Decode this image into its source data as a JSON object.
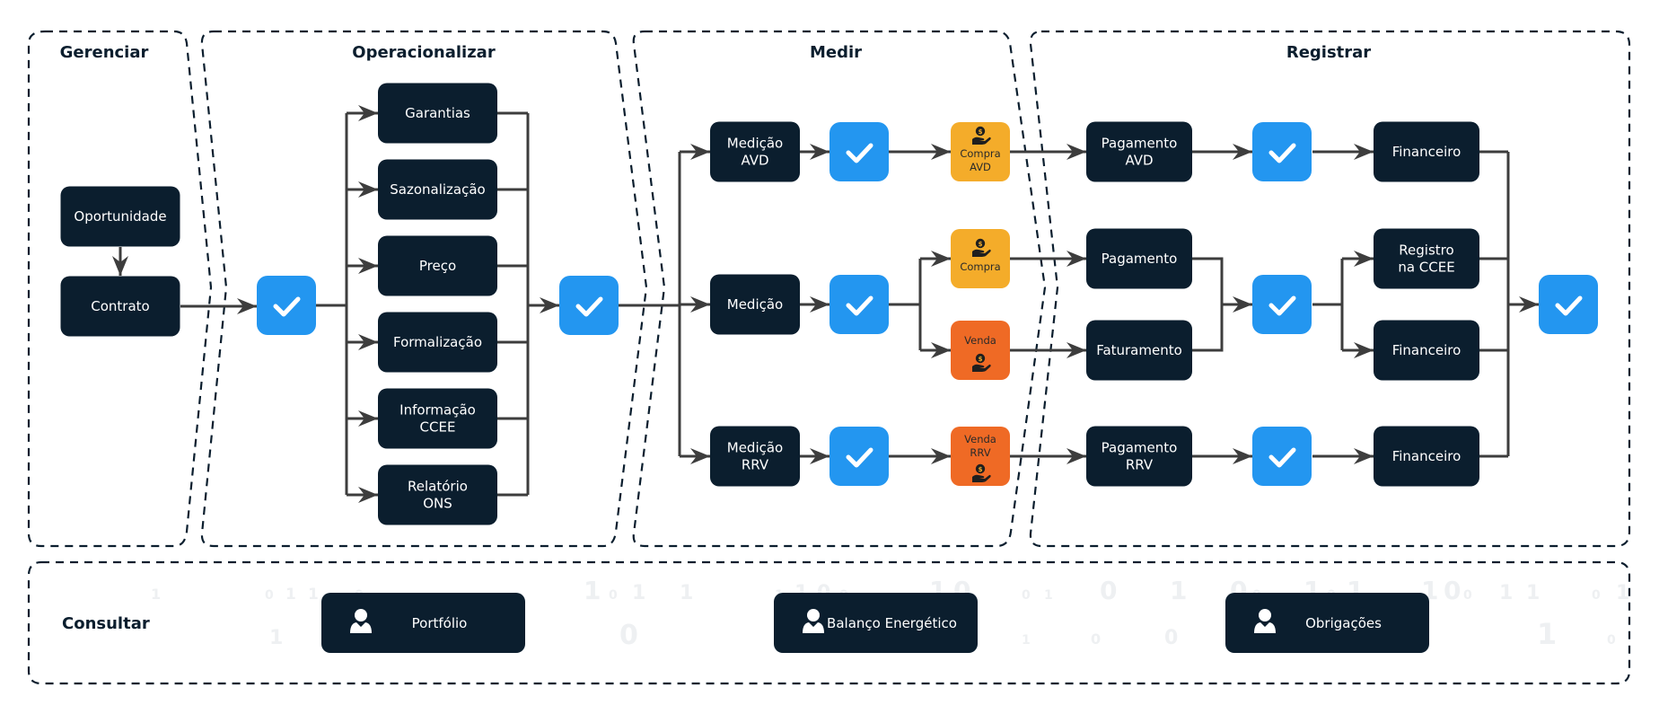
{
  "colors": {
    "node": "#0b1e2e",
    "check": "#2396f0",
    "compra": "#f4ac2a",
    "venda": "#ef6a25",
    "connector": "#3d3d3d",
    "panel_border": "#0b1e2e"
  },
  "panels": {
    "gerenciar": "Gerenciar",
    "operacionalizar": "Operacionalizar",
    "medir": "Medir",
    "registrar": "Registrar",
    "consultar": "Consultar"
  },
  "gerenciar": {
    "nodes": [
      "Oportunidade",
      "Contrato"
    ]
  },
  "operacionalizar": {
    "nodes": [
      [
        "Garantias"
      ],
      [
        "Sazonalização"
      ],
      [
        "Preço"
      ],
      [
        "Formalização"
      ],
      [
        "Informação",
        "CCEE"
      ],
      [
        "Relatório",
        "ONS"
      ]
    ]
  },
  "medir": {
    "nodes": {
      "avd": [
        "Medição",
        "AVD"
      ],
      "main": [
        "Medição"
      ],
      "rrv": [
        "Medição",
        "RRV"
      ]
    },
    "chips": {
      "compra_avd": {
        "lines": [
          "Compra",
          "AVD"
        ],
        "icon": "hand-coin-icon",
        "kind": "compra"
      },
      "compra": {
        "lines": [
          "Compra"
        ],
        "icon": "hand-coin-icon",
        "kind": "compra"
      },
      "venda": {
        "lines": [
          "Venda"
        ],
        "icon": "hand-coin-icon",
        "kind": "venda"
      },
      "venda_rrv": {
        "lines": [
          "Venda",
          "RRV"
        ],
        "icon": "hand-coin-icon",
        "kind": "venda"
      }
    }
  },
  "registrar": {
    "nodes": {
      "pagamento_avd": [
        "Pagamento",
        "AVD"
      ],
      "pagamento": [
        "Pagamento"
      ],
      "faturamento": [
        "Faturamento"
      ],
      "pagamento_rrv": [
        "Pagamento",
        "RRV"
      ],
      "financeiro_avd": [
        "Financeiro"
      ],
      "registro_ccee": [
        "Registro",
        "na CCEE"
      ],
      "financeiro": [
        "Financeiro"
      ],
      "financeiro_rrv": [
        "Financeiro"
      ]
    }
  },
  "consultar": {
    "buttons": [
      {
        "label": "Portfólio",
        "icon": "user-icon"
      },
      {
        "label": "Balanço Energético",
        "icon": "user-icon"
      },
      {
        "label": "Obrigações",
        "icon": "user-icon"
      }
    ],
    "background_digits_top": "1   0 1 1   0   1 0 1   1   1 1 0 0   1 0   0 1   0   1   0 0   1 0 1   1 0 0   1 1   0 1",
    "background_digits_bottom": "1   0   1   0 0   0   1 0   1   0"
  }
}
